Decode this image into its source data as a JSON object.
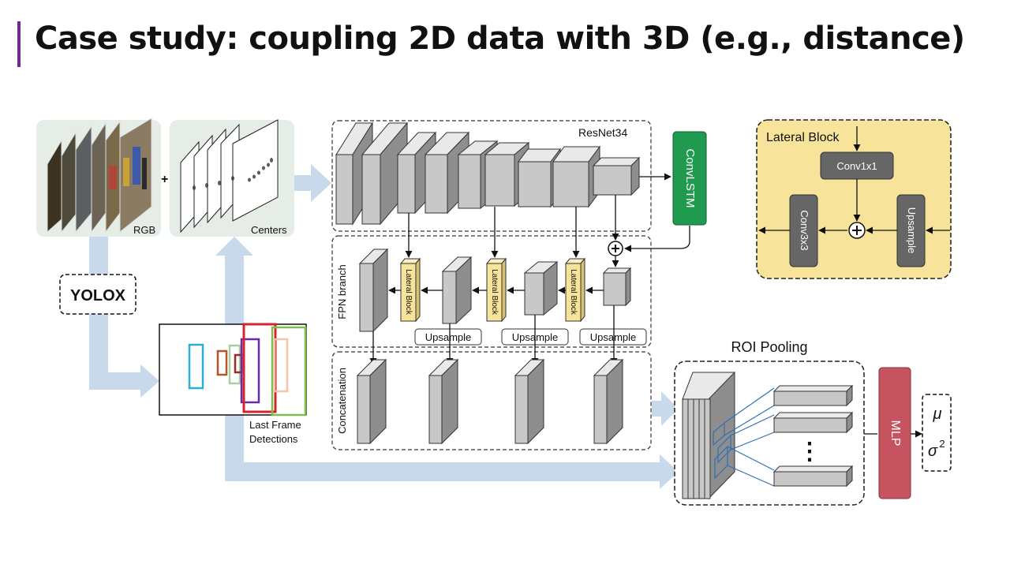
{
  "slide": {
    "title": "Case study: coupling 2D data with 3D (e.g., distance)"
  },
  "colors": {
    "accent": "#6b2c91",
    "convlstm": "#1f9a4f",
    "mlp": "#c65460",
    "lateral": "#f7e39a",
    "flow_arrow": "#c8d9ec"
  },
  "labels": {
    "rgb": "RGB",
    "centers": "Centers",
    "plus": "+",
    "yolox": "YOLOX",
    "last_frame_line1": "Last Frame",
    "last_frame_line2": "Detections",
    "resnet": "ResNet34",
    "convlstm": "ConvLSTM",
    "fpn_branch": "FPN branch",
    "concatenation": "Concatenation",
    "lateral_block": "Lateral Block",
    "upsample": "Upsample",
    "roi_pooling": "ROI Pooling",
    "mlp": "MLP",
    "mu": "μ",
    "sigma": "σ",
    "sigma_exp": "2",
    "ellipsis": "⋮"
  },
  "legend_block": {
    "title": "Lateral Block",
    "conv1x1": "Conv1x1",
    "conv3x3": "Conv3x3",
    "upsample": "Upsample"
  }
}
